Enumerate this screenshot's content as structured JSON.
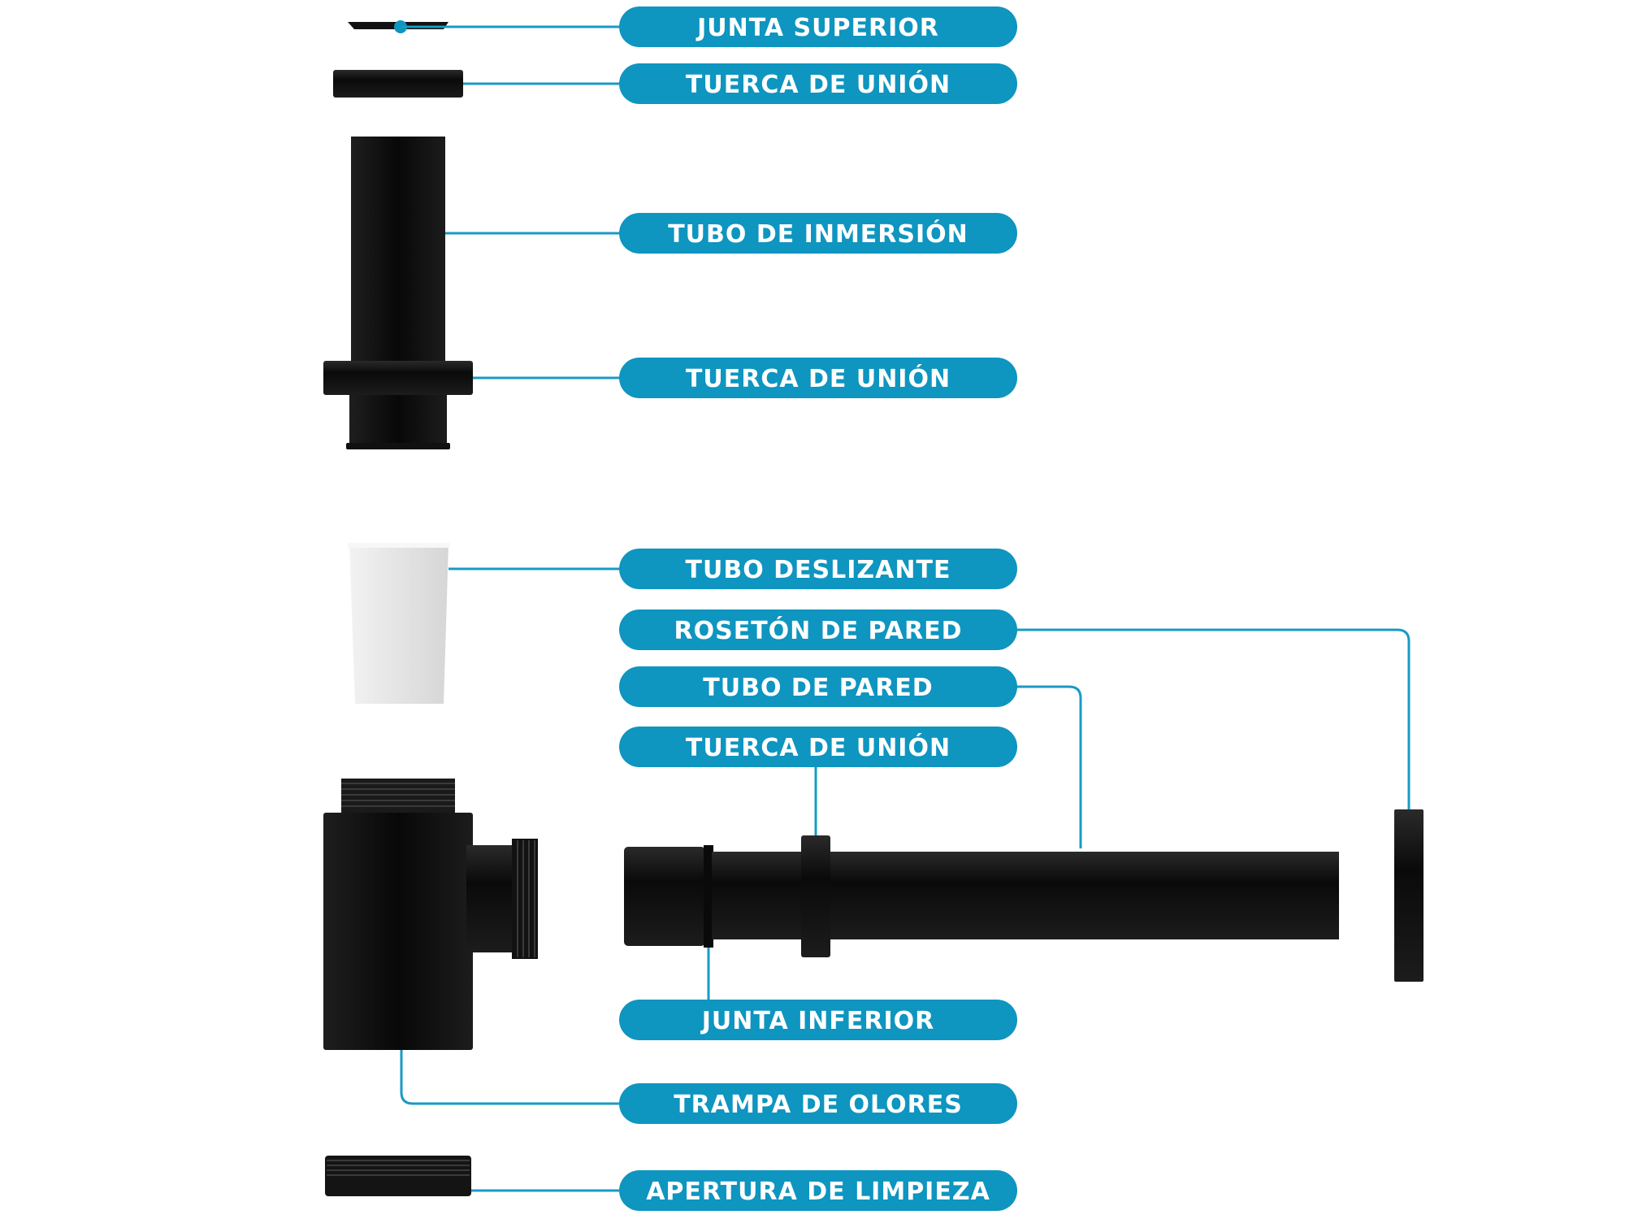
{
  "diagram": {
    "accent_color": "#0e95c0",
    "part_color": "#111111",
    "sleeve_color": "#e3e3e3",
    "labels": {
      "top_gasket": "JUNTA SUPERIOR",
      "union_nut_top": "TUERCA DE UNIÓN",
      "immersion_tube": "TUBO DE INMERSIÓN",
      "union_nut_mid": "TUERCA DE UNIÓN",
      "sliding_tube": "TUBO DESLIZANTE",
      "wall_rosette": "ROSETÓN DE PARED",
      "wall_tube": "TUBO DE PARED",
      "union_nut_low": "TUERCA DE UNIÓN",
      "bottom_gasket": "JUNTA INFERIOR",
      "odor_trap": "TRAMPA DE OLORES",
      "cleaning_opening": "APERTURA DE LIMPIEZA"
    }
  }
}
